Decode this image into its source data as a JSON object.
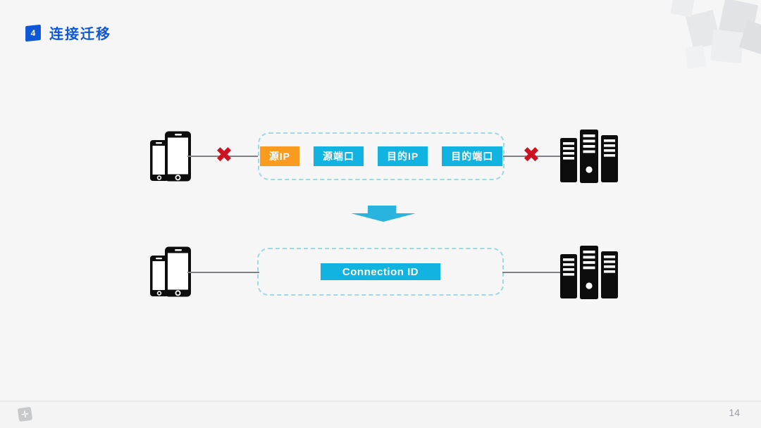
{
  "header": {
    "badge_number": "4",
    "title": "连接迁移"
  },
  "icons": {
    "broken_link": "✖",
    "logo_glyph": "✛"
  },
  "colors": {
    "title_blue": "#0E57D8",
    "orange": "#F89B1E",
    "cyan": "#12B3E0",
    "red": "#CE1221",
    "dashed_border": "#9FD9DF",
    "line_gray": "#7E8083"
  },
  "diagram": {
    "before": {
      "tuple": [
        {
          "label": "源IP",
          "color": "#F89B1E"
        },
        {
          "label": "源端口",
          "color": "#12B3E0"
        },
        {
          "label": "目的IP",
          "color": "#12B3E0"
        },
        {
          "label": "目的端口",
          "color": "#12B3E0"
        }
      ]
    },
    "after": {
      "label": "Connection ID",
      "color": "#12B3E0"
    }
  },
  "footer": {
    "page_number": "14"
  }
}
